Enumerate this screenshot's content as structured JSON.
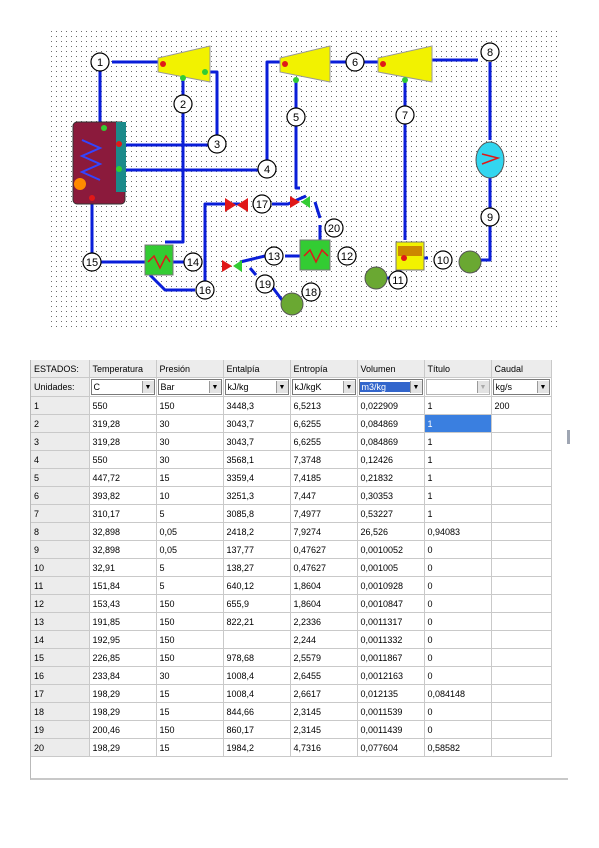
{
  "diagram": {
    "node_labels": [
      "1",
      "2",
      "3",
      "4",
      "5",
      "6",
      "7",
      "8",
      "9",
      "10",
      "11",
      "12",
      "13",
      "14",
      "15",
      "16",
      "17",
      "18",
      "19",
      "20"
    ]
  },
  "table": {
    "headers": [
      "ESTADOS:",
      "Temperatura",
      "Presión",
      "Entalpía",
      "Entropía",
      "Volumen",
      "Título",
      "Caudal"
    ],
    "units_label": "Unidades:",
    "units": [
      "C",
      "Bar",
      "kJ/kg",
      "kJ/kgK",
      "m3/kg",
      "",
      "kg/s"
    ],
    "rows": [
      [
        "1",
        "550",
        "150",
        "3448,3",
        "6,5213",
        "0,022909",
        "1",
        "200"
      ],
      [
        "2",
        "319,28",
        "30",
        "3043,7",
        "6,6255",
        "0,084869",
        "1",
        ""
      ],
      [
        "3",
        "319,28",
        "30",
        "3043,7",
        "6,6255",
        "0,084869",
        "1",
        ""
      ],
      [
        "4",
        "550",
        "30",
        "3568,1",
        "7,3748",
        "0,12426",
        "1",
        ""
      ],
      [
        "5",
        "447,72",
        "15",
        "3359,4",
        "7,4185",
        "0,21832",
        "1",
        ""
      ],
      [
        "6",
        "393,82",
        "10",
        "3251,3",
        "7,447",
        "0,30353",
        "1",
        ""
      ],
      [
        "7",
        "310,17",
        "5",
        "3085,8",
        "7,4977",
        "0,53227",
        "1",
        ""
      ],
      [
        "8",
        "32,898",
        "0,05",
        "2418,2",
        "7,9274",
        "26,526",
        "0,94083",
        ""
      ],
      [
        "9",
        "32,898",
        "0,05",
        "137,77",
        "0,47627",
        "0,0010052",
        "0",
        ""
      ],
      [
        "10",
        "32,91",
        "5",
        "138,27",
        "0,47627",
        "0,001005",
        "0",
        ""
      ],
      [
        "11",
        "151,84",
        "5",
        "640,12",
        "1,8604",
        "0,0010928",
        "0",
        ""
      ],
      [
        "12",
        "153,43",
        "150",
        "655,9",
        "1,8604",
        "0,0010847",
        "0",
        ""
      ],
      [
        "13",
        "191,85",
        "150",
        "822,21",
        "2,2336",
        "0,0011317",
        "0",
        ""
      ],
      [
        "14",
        "192,95",
        "150",
        "",
        "2,244",
        "0,0011332",
        "0",
        ""
      ],
      [
        "15",
        "226,85",
        "150",
        "978,68",
        "2,5579",
        "0,0011867",
        "0",
        ""
      ],
      [
        "16",
        "233,84",
        "30",
        "1008,4",
        "2,6455",
        "0,0012163",
        "0",
        ""
      ],
      [
        "17",
        "198,29",
        "15",
        "1008,4",
        "2,6617",
        "0,012135",
        "0,084148",
        ""
      ],
      [
        "18",
        "198,29",
        "15",
        "844,66",
        "2,3145",
        "0,0011539",
        "0",
        ""
      ],
      [
        "19",
        "200,46",
        "150",
        "860,17",
        "2,3145",
        "0,0011439",
        "0",
        ""
      ],
      [
        "20",
        "198,29",
        "15",
        "1984,2",
        "4,7316",
        "0,077604",
        "0,58582",
        ""
      ]
    ]
  },
  "colors": {
    "pipe": "#0a1ed8",
    "turbine": "#f2f200",
    "boiler": "#8b1a3c",
    "exchanger": "#33cc33",
    "pump": "#6aa832",
    "condenser": "#33d6f0",
    "valve": "#e01818",
    "selection": "#3a7fe0"
  }
}
